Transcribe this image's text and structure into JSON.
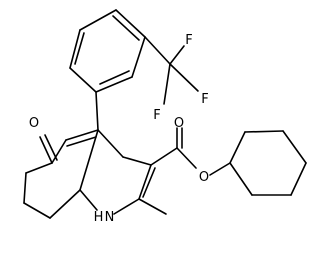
{
  "atoms": {
    "oxygen_ketone": "O",
    "oxygen_carbonyl": "O",
    "oxygen_ester": "O",
    "fluorine_top": "F",
    "fluorine_right": "F",
    "fluorine_bottom": "F",
    "nitrogen_amine": "H N"
  }
}
